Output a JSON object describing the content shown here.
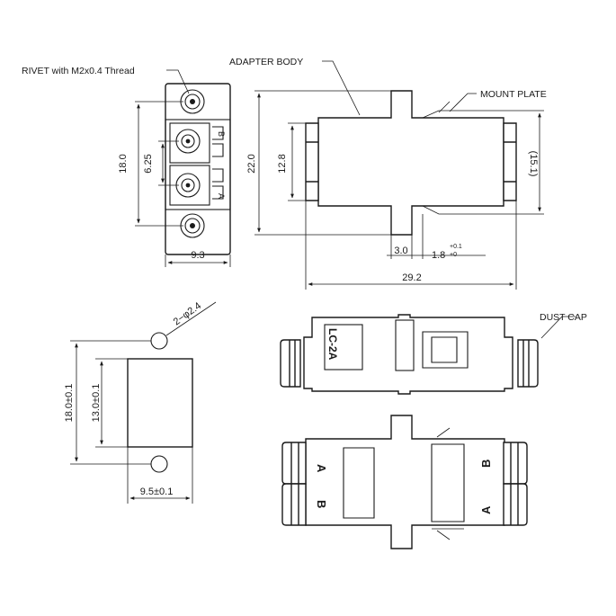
{
  "labels": {
    "rivet": "RIVET with M2x0.4 Thread",
    "adapter_body": "ADAPTER BODY",
    "mount_plate": "MOUNT PLATE",
    "dust_cap": "DUST CAP",
    "model": "LC-2A",
    "port_a": "A",
    "port_b": "B"
  },
  "dimensions": {
    "front_height": "18.0",
    "front_pitch": "6.25",
    "front_width": "9.3",
    "side_height": "22.0",
    "body_height": "12.8",
    "plate_ref": "(15.1)",
    "plate_thickness": "3.0",
    "plate_offset": "1.8",
    "plate_tol_plus": "+0.1",
    "plate_tol_zero": "+0",
    "overall_length": "29.2",
    "cutout_holes": "2−φ2.4",
    "cutout_pitch": "18.0±0.1",
    "cutout_height": "13.0±0.1",
    "cutout_width": "9.5±0.1"
  }
}
